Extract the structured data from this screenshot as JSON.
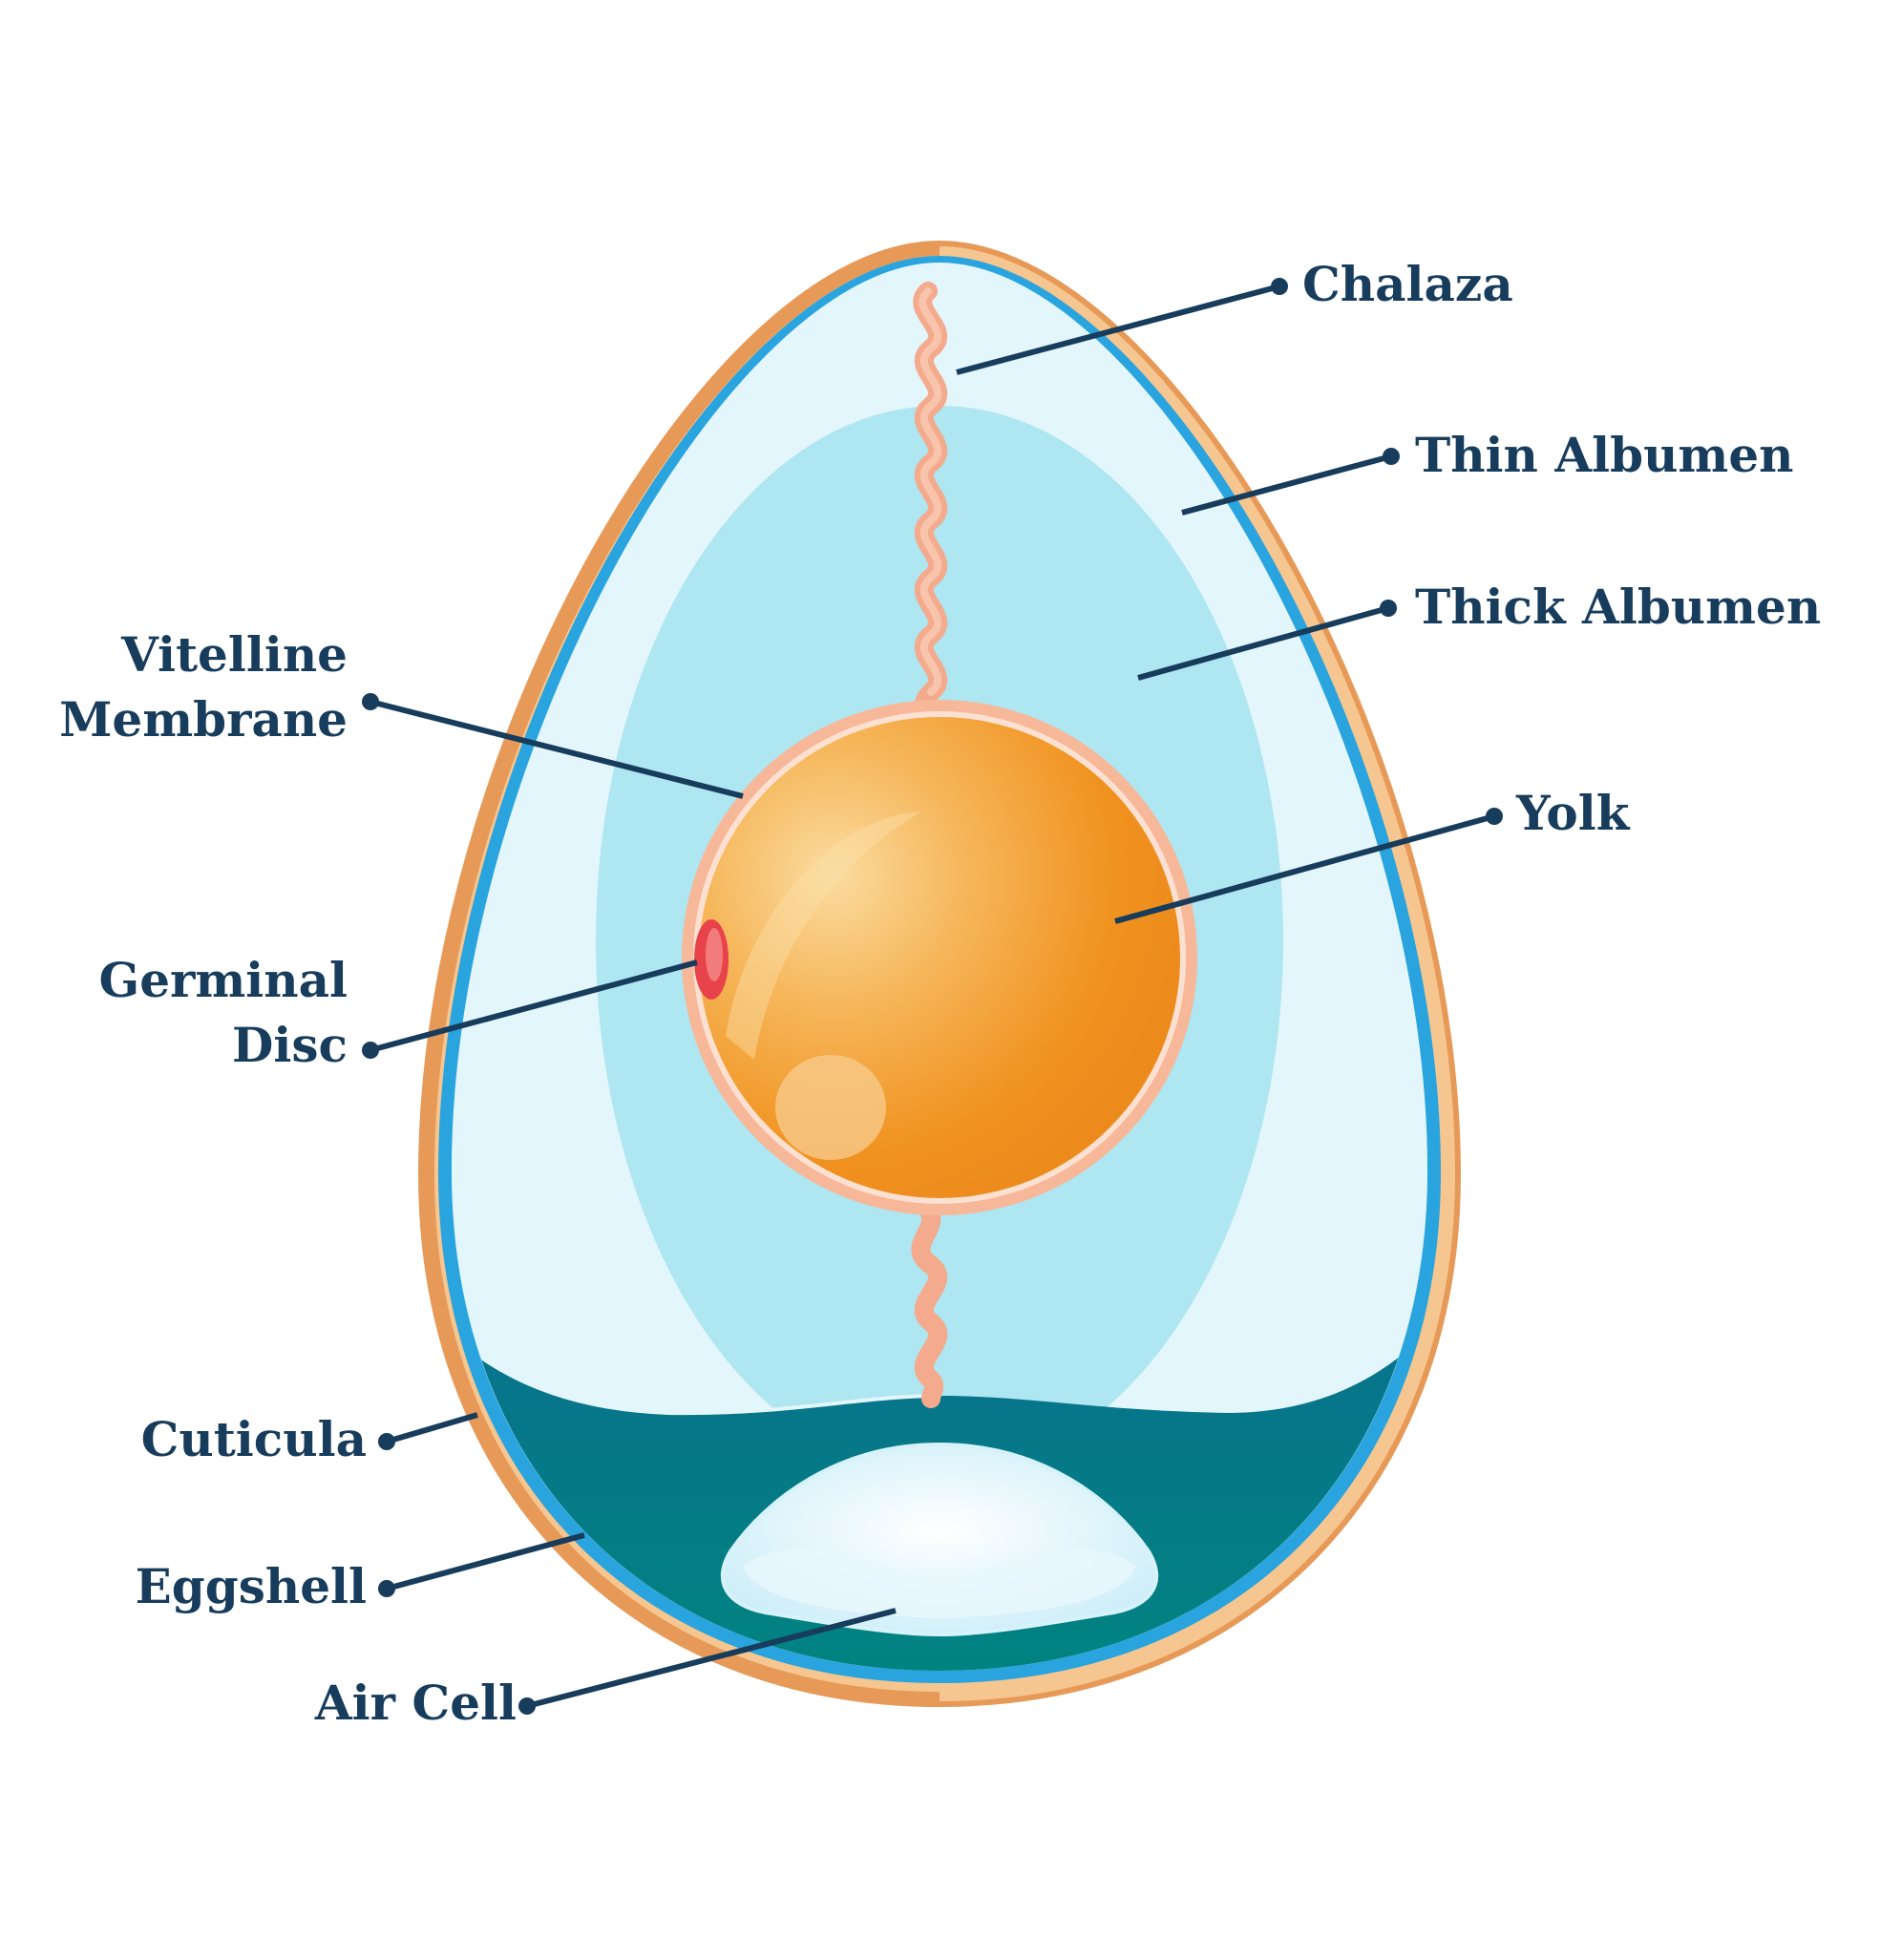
{
  "diagram": {
    "labels": {
      "chalaza": "Chalaza",
      "thin_albumen": "Thin Albumen",
      "thick_albumen": "Thick Albumen",
      "vitelline_membrane": [
        "Vitelline",
        "Membrane"
      ],
      "yolk": "Yolk",
      "germinal_disc": [
        "Germinal",
        "Disc"
      ],
      "cuticula": "Cuticula",
      "eggshell": "Eggshell",
      "air_cell": "Air Cell"
    },
    "colors": {
      "label_text": "#173c5c",
      "leader_line": "#173c5c",
      "eggshell_outer": "#e79a58",
      "eggshell_inner": "#f6c690",
      "cuticula_blue": "#2aa4de",
      "thin_albumen": "#e3f6fc",
      "thick_albumen": "#aee6f1",
      "chalaza_cord": "#f4aa8c",
      "yolk": "#f0921f",
      "yolk_highlight": "#fbdca0",
      "vitelline_membrane": "#f7b89a",
      "germinal_disc": "#e8434a",
      "lower_fluid": "#00857f",
      "air_cell": "#f1fbff"
    }
  }
}
